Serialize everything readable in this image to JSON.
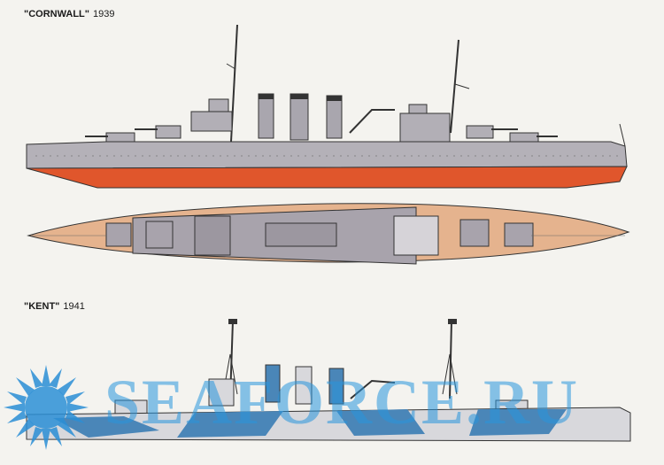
{
  "ships": [
    {
      "name": "\"CORNWALL\"",
      "year": "1939"
    },
    {
      "name": "\"KENT\"",
      "year": "1941"
    }
  ],
  "watermark": {
    "text": "SEAFORCE.RU"
  },
  "colors": {
    "hull_grey": "#b4b1b8",
    "deck_grey": "#a8a3ac",
    "antifouling_red": "#e0562c",
    "deck_wood": "#e5b38e",
    "camo_blue": "#4a86b8",
    "camo_light": "#d8d8dc",
    "watermark_blue": "#2b8fd6"
  }
}
